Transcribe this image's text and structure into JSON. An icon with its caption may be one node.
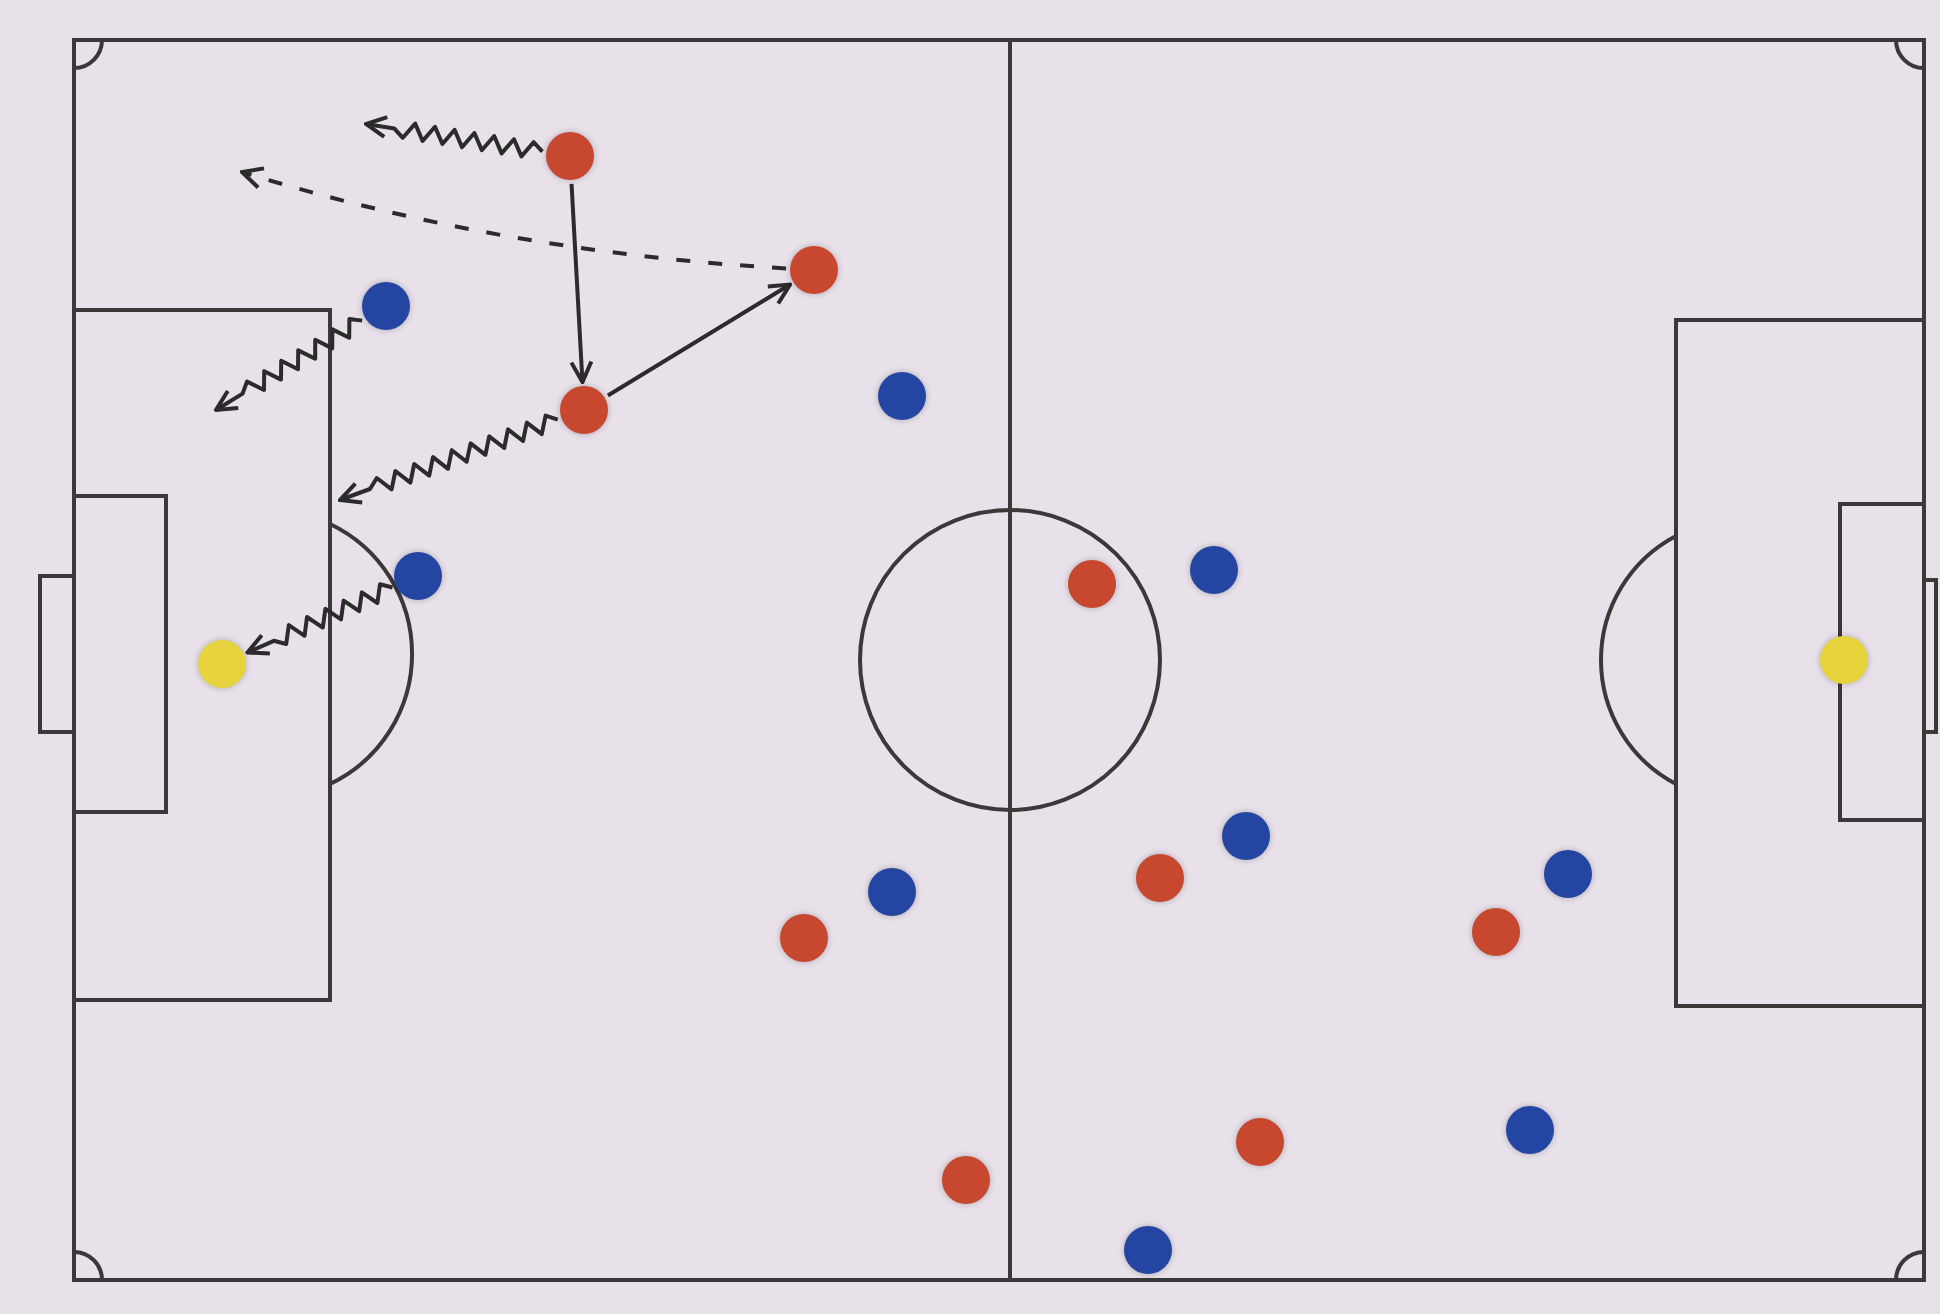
{
  "diagram": {
    "nodes": [
      {
        "text": [],
        "shape": "circle"
      },
      {
        "text": [],
        "shape": "circle"
      },
      {
        "text": [],
        "shape": "circle"
      },
      {
        "text": [],
        "shape": "circle"
      },
      {
        "text": [],
        "shape": "circle"
      },
      {
        "text": [],
        "shape": "circle"
      },
      {
        "text": [],
        "shape": "circle"
      },
      {
        "text": [],
        "shape": "circle"
      },
      {
        "text": [],
        "shape": "circle"
      },
      {
        "text": [],
        "shape": "circle"
      },
      {
        "text": [],
        "shape": "circle"
      },
      {
        "text": [],
        "shape": "circle"
      },
      {
        "text": [],
        "shape": "circle"
      },
      {
        "text": [],
        "shape": "circle"
      },
      {
        "text": [],
        "shape": "circle"
      },
      {
        "text": [],
        "shape": "circle"
      },
      {
        "text": [],
        "shape": "circle"
      },
      {
        "text": [],
        "shape": "circle"
      },
      {
        "text": [],
        "shape": "circle"
      },
      {
        "text": [],
        "shape": "circle"
      }
    ],
    "edges": [
      {
        "from": 0,
        "to": null,
        "arrow": "to"
      },
      {
        "from": 1,
        "to": null,
        "arrow": "to",
        "style": "dashed"
      },
      {
        "from": 0,
        "to": 4,
        "arrow": "to"
      },
      {
        "from": 4,
        "to": 1,
        "arrow": "to"
      },
      {
        "from": 2,
        "to": null,
        "arrow": "to"
      },
      {
        "from": 4,
        "to": null,
        "arrow": "to"
      },
      {
        "from": 6,
        "to": 9,
        "arrow": "to"
      }
    ]
  }
}
